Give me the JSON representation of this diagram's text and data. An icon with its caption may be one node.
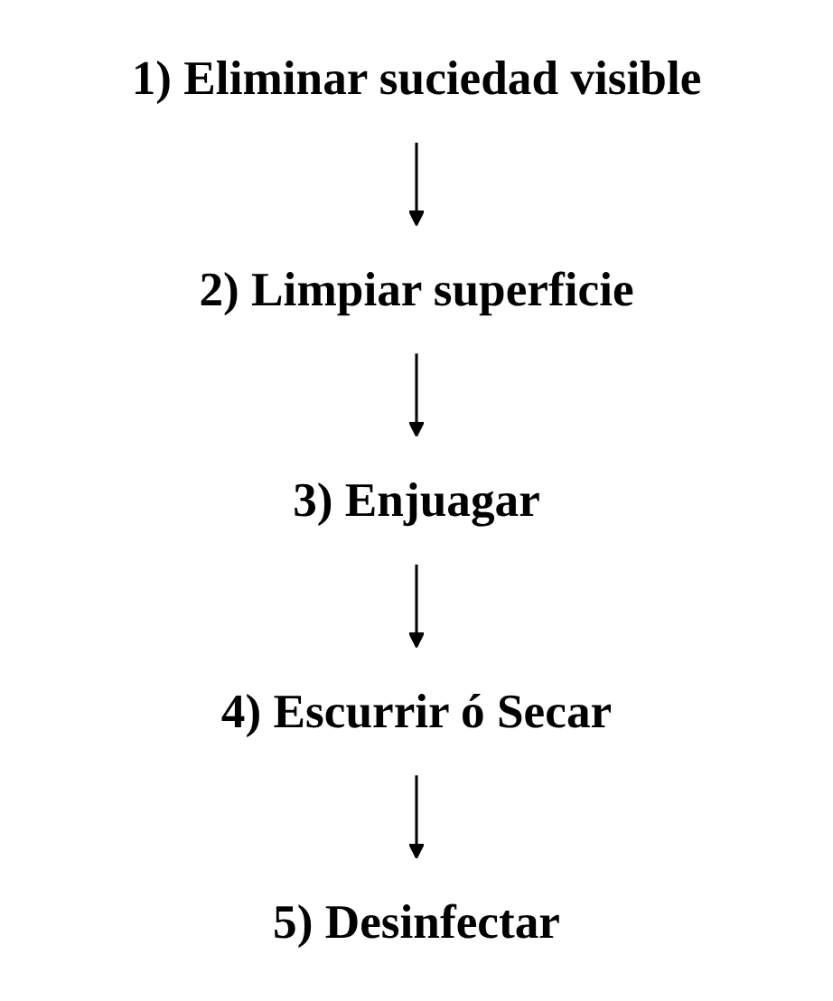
{
  "diagram": {
    "nodes": [
      {
        "text": [
          "1) Eliminar suciedad visible"
        ]
      },
      {
        "text": [
          "2) Limpiar superficie"
        ]
      },
      {
        "text": [
          "3) Enjuagar"
        ]
      },
      {
        "text": [
          "4) Escurrir ó Secar"
        ]
      },
      {
        "text": [
          "5) Desinfectar"
        ]
      }
    ],
    "edges": [
      {
        "from": 0,
        "to": 1,
        "arrow": "to"
      },
      {
        "from": 1,
        "to": 2,
        "arrow": "to"
      },
      {
        "from": 2,
        "to": 3,
        "arrow": "to"
      },
      {
        "from": 3,
        "to": 4,
        "arrow": "to"
      }
    ]
  }
}
